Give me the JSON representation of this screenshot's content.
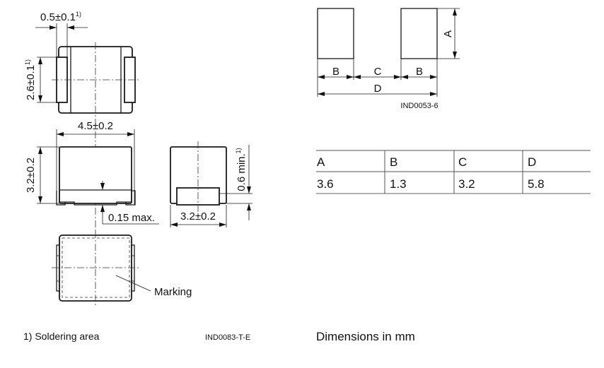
{
  "drawing": {
    "top_view": {
      "pad_width": "0.5±0.1",
      "pad_height": "2.6±0.1",
      "footnote_ref": "1)"
    },
    "front_view": {
      "length": "4.5±0.2",
      "height": "3.2±0.2",
      "coplanarity": "0.15 max."
    },
    "side_view": {
      "width": "3.2±0.2",
      "terminal_height": "0.6 min.",
      "footnote_ref": "1)"
    },
    "bottom_view": {
      "marking_label": "Marking"
    },
    "footnote": "1) Soldering area",
    "drawing_id": "IND0083-T-E"
  },
  "footprint": {
    "labels": {
      "a": "A",
      "b": "B",
      "c": "C",
      "d": "D"
    },
    "drawing_id": "IND0053-6"
  },
  "table": {
    "headers": [
      "A",
      "B",
      "C",
      "D"
    ],
    "values": [
      "3.6",
      "1.3",
      "3.2",
      "5.8"
    ]
  },
  "units_note": "Dimensions in mm"
}
